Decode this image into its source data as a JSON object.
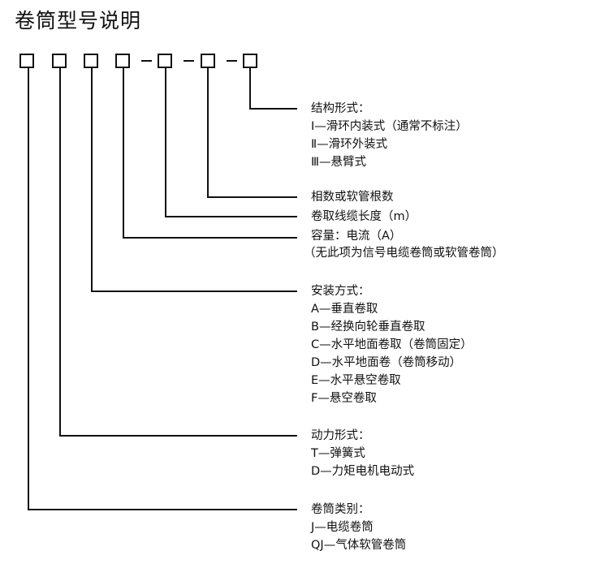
{
  "title": "卷筒型号说明",
  "groups": [
    {
      "label": "结构形式：",
      "items": [
        "Ⅰ—滑环内装式（通常不标注）",
        "Ⅱ—滑环外装式",
        "Ⅲ—悬臂式"
      ]
    },
    {
      "label": "相数或软管根数",
      "items": []
    },
    {
      "label": "卷取线缆长度（m）",
      "items": []
    },
    {
      "label": "容量：电流（A）",
      "items": [
        "（无此项为信号电缆卷筒或软管卷筒）"
      ]
    },
    {
      "label": "安装方式：",
      "items": [
        "A—垂直卷取",
        "B—经换向轮垂直卷取",
        "C—水平地面卷取（卷筒固定）",
        "D—水平地面卷（卷筒移动）",
        "E—水平悬空卷取",
        "F—悬空卷取"
      ]
    },
    {
      "label": "动力形式：",
      "items": [
        "T—弹簧式",
        "D—力矩电机电动式"
      ]
    },
    {
      "label": "卷筒类别：",
      "items": [
        "J—电缆卷筒",
        "QJ—气体软管卷筒"
      ]
    }
  ]
}
